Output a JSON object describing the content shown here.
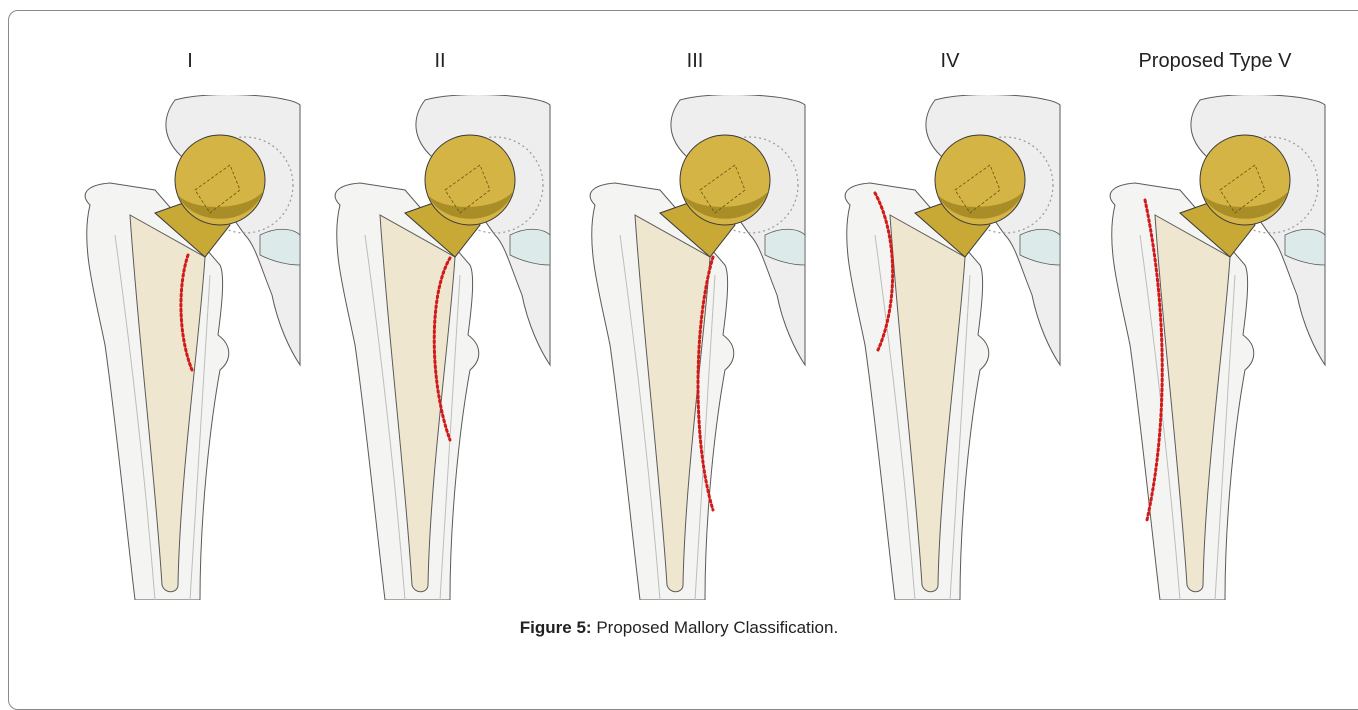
{
  "panels": [
    {
      "label": "I",
      "fracture_zone": "proximal-medial-short"
    },
    {
      "label": "II",
      "fracture_zone": "medial-mid"
    },
    {
      "label": "III",
      "fracture_zone": "medial-long"
    },
    {
      "label": "IV",
      "fracture_zone": "greater-trochanter-lateral"
    },
    {
      "label": "Proposed Type V",
      "fracture_zone": "lateral-long"
    }
  ],
  "caption": {
    "prefix": "Figure 5:",
    "text": " Proposed Mallory Classification."
  },
  "colors": {
    "bone": "#f4f4f2",
    "bone_outline": "#5a5a5a",
    "stem": "#efe6cf",
    "head": "#d4b445",
    "head_dark": "#a98d26",
    "pelvis": "#eeeeee",
    "cartilage": "#dcebea",
    "fracture_line": "#d11a1a"
  }
}
